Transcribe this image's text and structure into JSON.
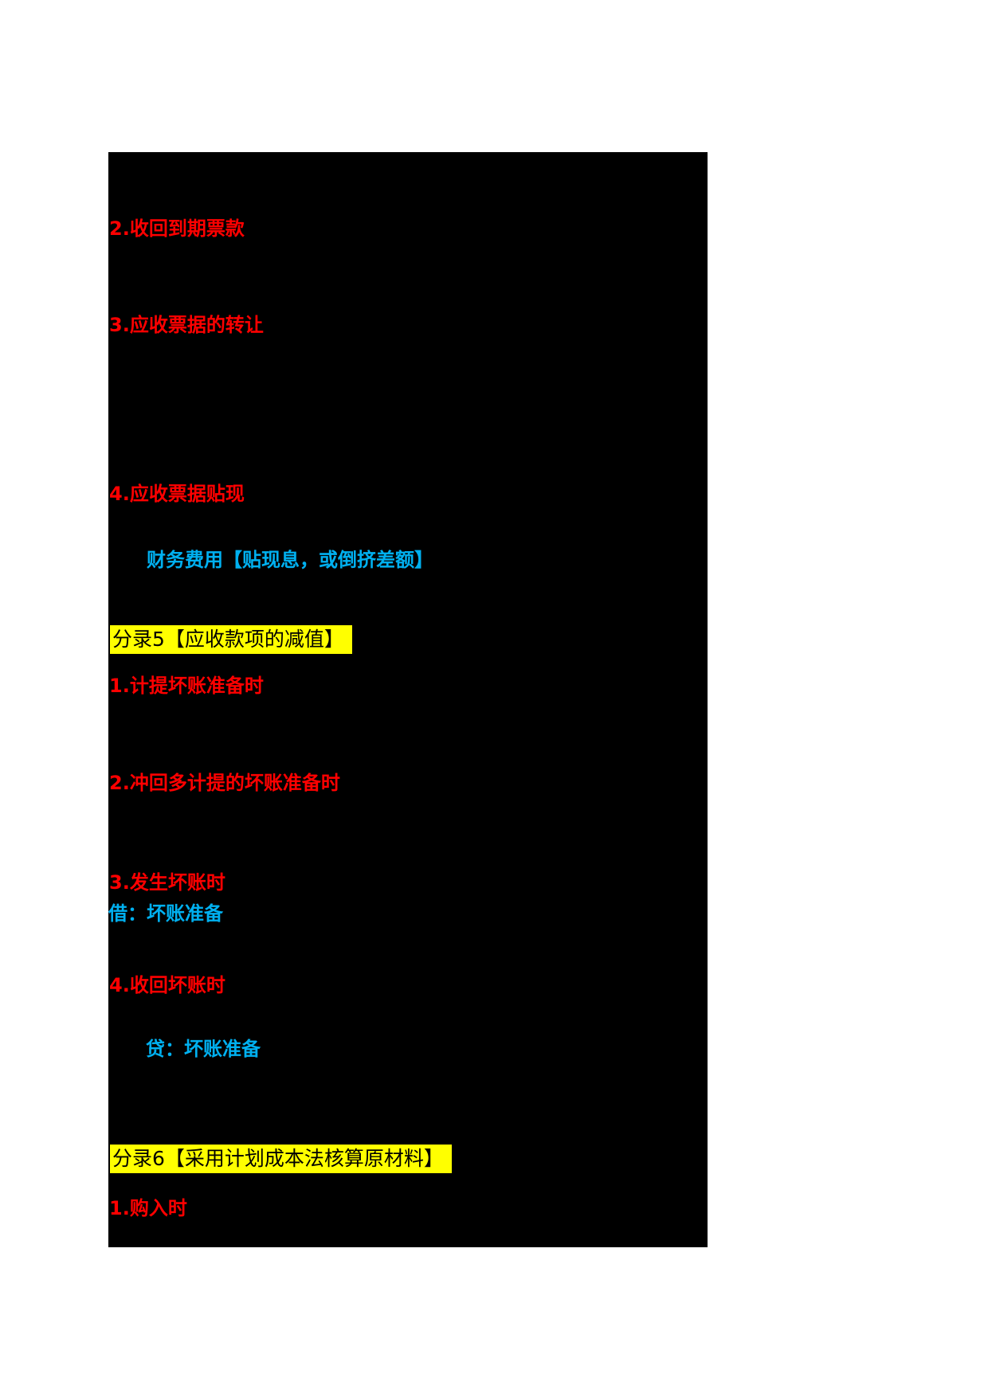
{
  "document": {
    "type": "accounting-notes-page",
    "page_background": "#ffffff",
    "panel_background": "#000000",
    "colors": {
      "item_red": "#ff0000",
      "account_cyan": "#00b0f0",
      "heading_highlight": "#ffff00",
      "heading_text": "#000000"
    }
  },
  "lines": [
    {
      "role": "red-item",
      "text": "2.收回到期票款"
    },
    {
      "role": "red-item",
      "text": "3.应收票据的转让"
    },
    {
      "role": "red-item",
      "text": "4.应收票据贴现"
    },
    {
      "role": "cyan-account",
      "text": "财务费用【贴现息，或倒挤差额】"
    },
    {
      "role": "heading",
      "text": "分录5【应收款项的减值】"
    },
    {
      "role": "red-item",
      "text": "1.计提坏账准备时"
    },
    {
      "role": "red-item",
      "text": "2.冲回多计提的坏账准备时"
    },
    {
      "role": "red-item",
      "text": "3.发生坏账时"
    },
    {
      "role": "cyan-account",
      "text": "借：坏账准备"
    },
    {
      "role": "red-item",
      "text": "4.收回坏账时"
    },
    {
      "role": "cyan-account",
      "text": "贷：坏账准备"
    },
    {
      "role": "heading",
      "text": "分录6【采用计划成本法核算原材料】"
    },
    {
      "role": "red-item",
      "text": "1.购入时"
    }
  ]
}
